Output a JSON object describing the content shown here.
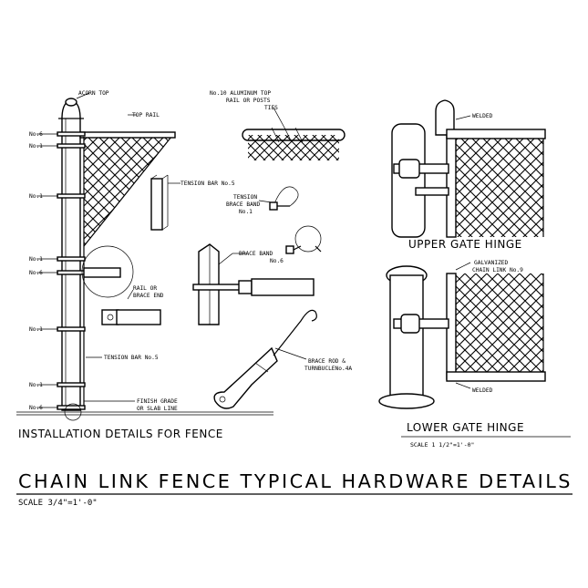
{
  "labels": {
    "acorn_top": "ACORN TOP",
    "top_rail": "TOP RAIL",
    "no6_a": "No.6",
    "no1_a": "No.1",
    "no1_b": "No.1",
    "no1_c": "No.1",
    "no6_b": "No.6",
    "no1_d": "No.1",
    "no1_e": "No.1",
    "no6_c": "No.6",
    "tension_bar_5_left": "TENSION BAR No.5",
    "finish_grade_1": "FINISH GRADE",
    "finish_grade_2": "OR SLAB LINE",
    "rail_brace_1": "RAIL OR",
    "rail_brace_2": "BRACE END",
    "tension_bar_5": "TENSION BAR No.5",
    "tension_band_1": "TENSION",
    "tension_band_2": "BRACE BAND",
    "tension_band_3": "No.1",
    "brace_band_1": "BRACE BAND",
    "brace_band_2": "No.6",
    "brace_rod_1": "BRACE ROD &",
    "brace_rod_2": "TURNBUCLENo.4A",
    "al_top_1": "No.10 ALUMINUM TOP",
    "al_top_2": "RAIL OR POSTS",
    "al_top_3": "TIES",
    "welded_upper": "WELDED",
    "welded_lower": "WELDED",
    "galv_1": "GALVANIZED",
    "galv_2": "CHAIN LINK No.9"
  },
  "captions": {
    "installation": "INSTALLATION DETAILS FOR FENCE",
    "upper_hinge": "UPPER GATE HINGE",
    "lower_hinge": "LOWER GATE HINGE",
    "lower_scale": "SCALE 1 1/2\"=1'-0\"",
    "main_title": "CHAIN LINK FENCE TYPICAL HARDWARE DETAILS",
    "main_scale": "SCALE 3/4\"=1'-0\""
  }
}
